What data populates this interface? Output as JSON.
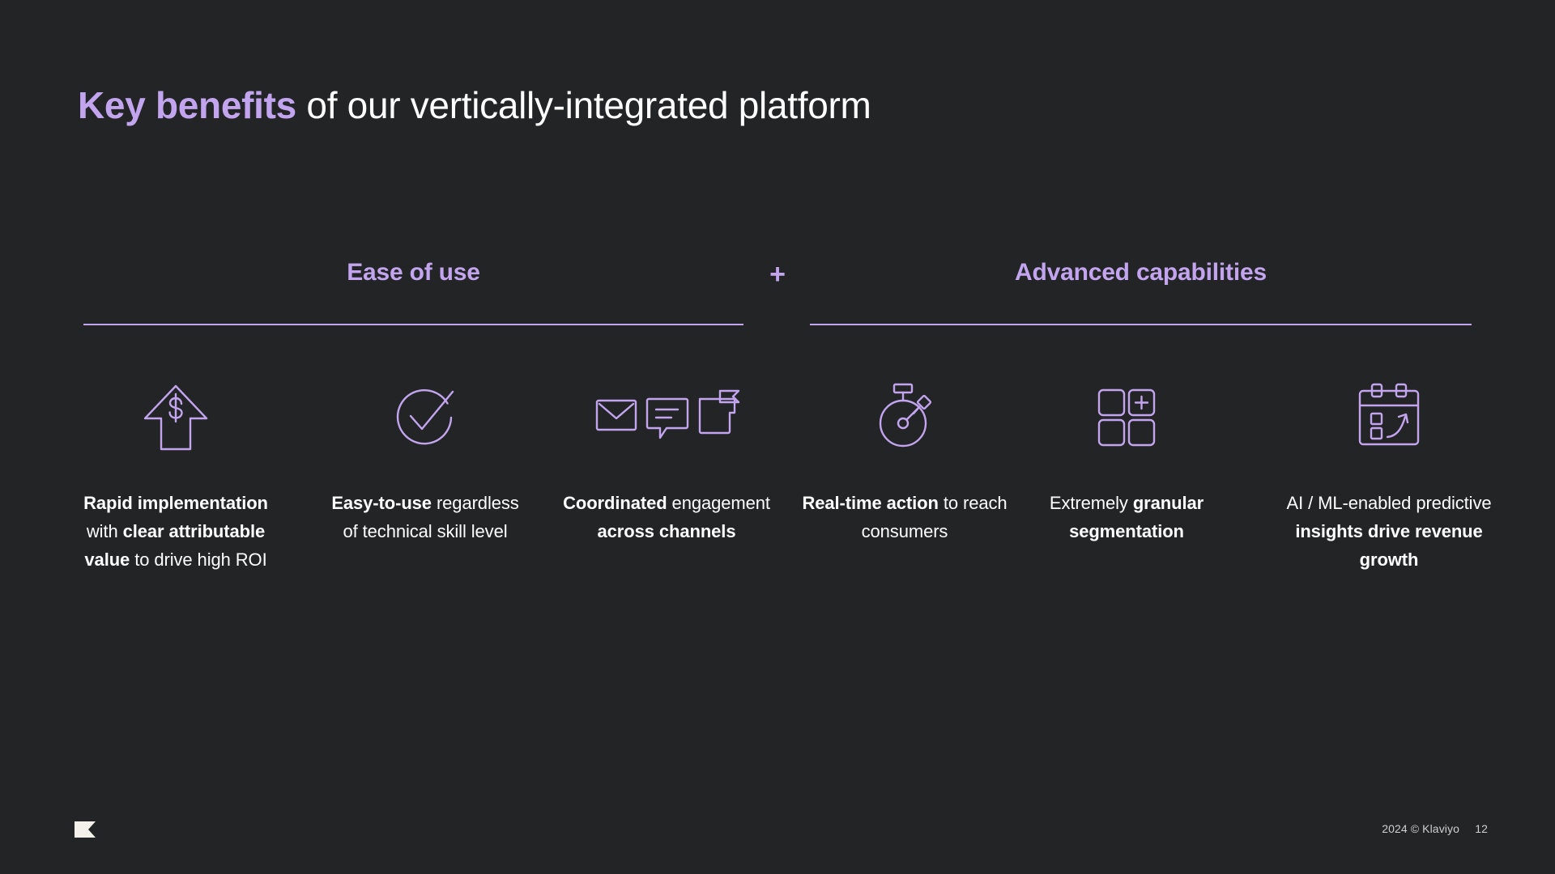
{
  "theme": {
    "background": "#232426",
    "accent": "#c3a5ef",
    "text": "#ffffff",
    "muted": "#cfcfcf"
  },
  "title": {
    "accent_text": "Key benefits",
    "rest_text": " of our vertically-integrated platform"
  },
  "groups": {
    "separator": "+",
    "left": {
      "label": "Ease of use"
    },
    "right": {
      "label": "Advanced capabilities"
    }
  },
  "columns": [
    {
      "icon": "arrow-up-dollar-icon",
      "group": "Ease of use",
      "caption_html": "<b>Rapid implementation</b> with <b>clear attributable value</b> to drive high ROI",
      "caption_text": "Rapid implementation with clear attributable value to drive high ROI",
      "bold_parts": [
        "Rapid implementation",
        "clear attributable value"
      ]
    },
    {
      "icon": "check-circle-icon",
      "group": "Ease of use",
      "caption_html": "<b>Easy-to-use</b> regardless of technical skill level",
      "caption_text": "Easy-to-use regardless of technical skill level",
      "bold_parts": [
        "Easy-to-use"
      ]
    },
    {
      "icon": "channels-icon",
      "group": "Ease of use",
      "caption_html": "<b>Coordinated</b> engagement <b>across channels</b>",
      "caption_text": "Coordinated engagement across channels",
      "bold_parts": [
        "Coordinated",
        "across channels"
      ]
    },
    {
      "icon": "stopwatch-icon",
      "group": "Advanced capabilities",
      "caption_html": "<b>Real-time action</b> to reach consumers",
      "caption_text": "Real-time action to reach consumers",
      "bold_parts": [
        "Real-time action"
      ]
    },
    {
      "icon": "grid-plus-icon",
      "group": "Advanced capabilities",
      "caption_html": "Extremely <b>granular segmentation</b>",
      "caption_text": "Extremely granular segmentation",
      "bold_parts": [
        "granular segmentation"
      ]
    },
    {
      "icon": "calendar-growth-icon",
      "group": "Advanced capabilities",
      "caption_html": "AI / ML-enabled predictive <b>insights drive revenue growth</b>",
      "caption_text": "AI / ML-enabled predictive insights drive revenue growth",
      "bold_parts": [
        "insights drive revenue growth"
      ]
    }
  ],
  "footer": {
    "logo": "klaviyo-logo",
    "copyright": "2024 © Klaviyo",
    "page_number": "12"
  }
}
